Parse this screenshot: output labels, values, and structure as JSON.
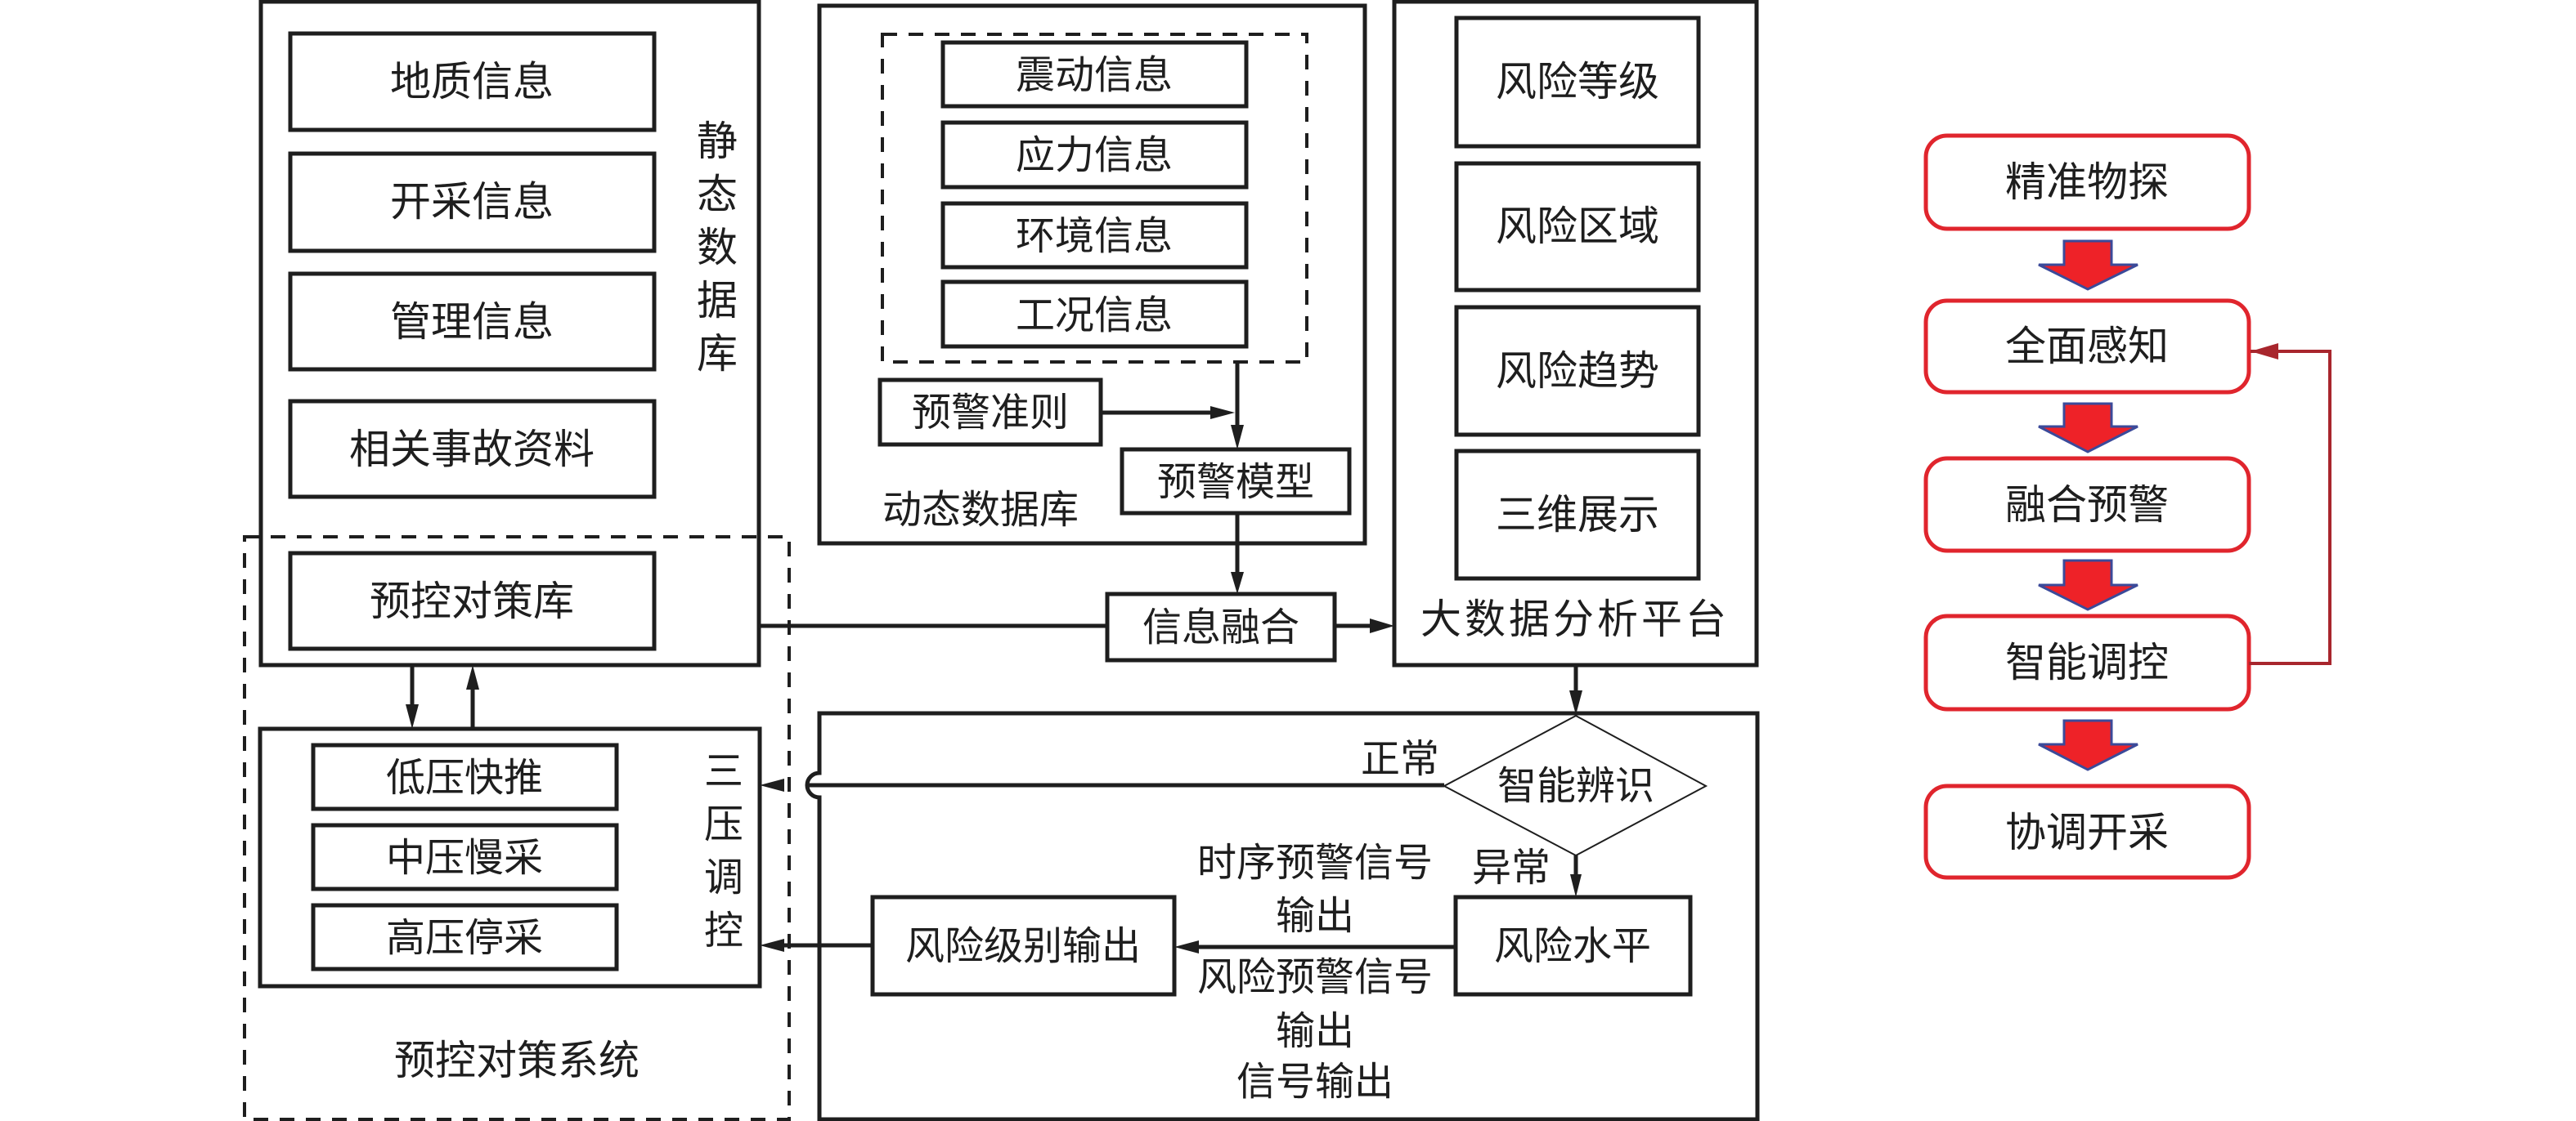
{
  "static_db": {
    "label": [
      "静",
      "态",
      "数",
      "据",
      "库"
    ],
    "items": [
      "地质信息",
      "开采信息",
      "管理信息",
      "相关事故资料"
    ],
    "countermeasure_lib": "预控对策库"
  },
  "dynamic_db": {
    "label": "动态数据库",
    "items": [
      "震动信息",
      "应力信息",
      "环境信息",
      "工况信息"
    ],
    "criteria": "预警准则",
    "model": "预警模型"
  },
  "fusion": {
    "label": "信息融合"
  },
  "bigdata": {
    "label": "大数据分析平台",
    "items": [
      "风险等级",
      "风险区域",
      "风险趋势",
      "三维展示"
    ]
  },
  "control_system": {
    "label": "预控对策系统",
    "three_pressure_label": [
      "三",
      "压",
      "调",
      "控"
    ],
    "items": [
      "低压快推",
      "中压慢采",
      "高压停采"
    ]
  },
  "analysis": {
    "decision": "智能辨识",
    "normal": "正常",
    "abnormal": "异常",
    "risk_level": "风险水平",
    "risk_output": "风险级别输出",
    "signal_top_1": "时序预警信号",
    "signal_top_2": "输出",
    "signal_bottom_1": "风险预警信号",
    "signal_bottom_2": "输出",
    "signal_bottom_3": "信号输出"
  },
  "flow": {
    "steps": [
      "精准物探",
      "全面感知",
      "融合预警",
      "智能调控",
      "协调开采"
    ],
    "colors": {
      "box_border": "#e0252d",
      "arrow_fill": "#ee2228",
      "arrow_border": "#3b4a9a",
      "feedback": "#a8262d"
    }
  }
}
